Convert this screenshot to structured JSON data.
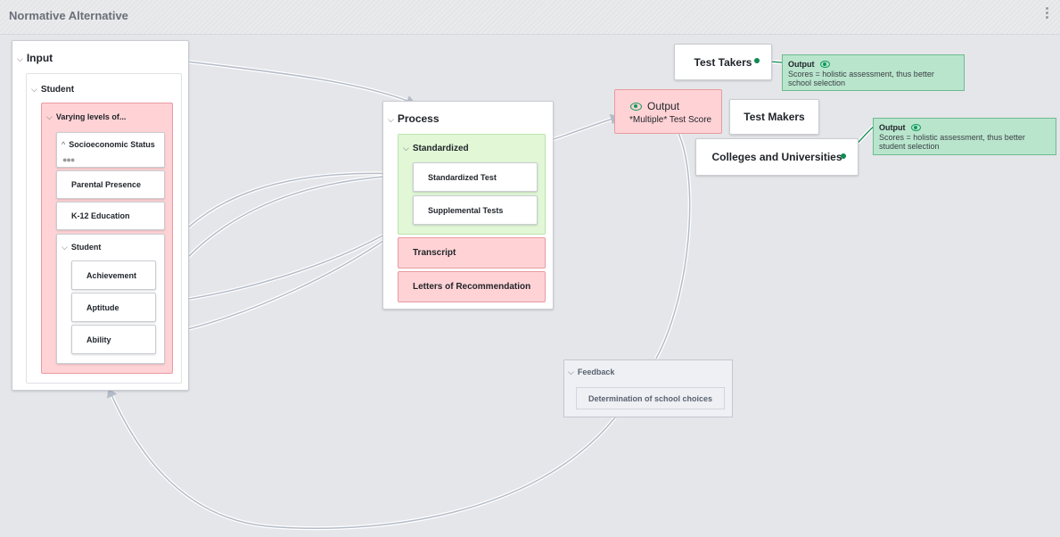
{
  "header": {
    "title": "Normative Alternative"
  },
  "input": {
    "title": "Input",
    "student": {
      "title": "Student",
      "varying": {
        "title": "Varying levels of...",
        "items": [
          "Socioeconomic Status",
          "Parental Presence",
          "K-12 Education"
        ],
        "nested": {
          "title": "Student",
          "items": [
            "Achievement",
            "Aptitude",
            "Ability"
          ]
        }
      }
    }
  },
  "process": {
    "title": "Process",
    "standardized": {
      "title": "Standardized",
      "items": [
        "Standardized Test",
        "Supplemental Tests"
      ]
    },
    "transcript": "Transcript",
    "letters": "Letters of Recommendation"
  },
  "output": {
    "title": "Output",
    "subtitle": "*Multiple* Test Score"
  },
  "actors": {
    "test_takers": "Test Takers",
    "test_makers": "Test Makers",
    "colleges": "Colleges and Universities"
  },
  "notes": [
    {
      "title": "Output",
      "text": "Scores = holistic assessment, thus better school selection"
    },
    {
      "title": "Output",
      "text": "Scores = holistic assessment, thus better student selection"
    }
  ],
  "feedback": {
    "title": "Feedback",
    "item": "Determination of school choices"
  },
  "colors": {
    "accent_green": "#0e9a5c",
    "pink": "#ffd3d6",
    "light_green": "#e1f7d6",
    "teal_note": "#b9e5cd"
  }
}
